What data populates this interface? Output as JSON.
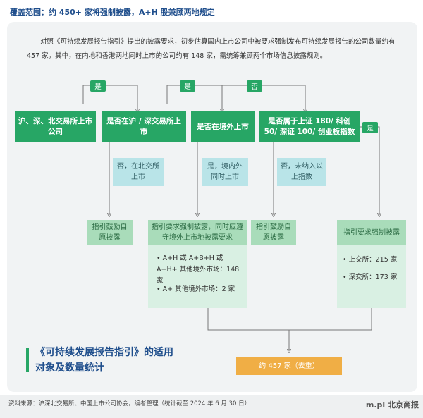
{
  "heading": "覆盖范围：约 450+ 家将强制披露，A+H 股兼顾两地规定",
  "intro": "对照《可持续发展报告指引》提出的披露要求，初步估算国内上市公司中被要求强制发布可持续发展报告的公司数量约有 457 家。其中，在内地和香港两地同时上市的公司约有 148 家，需统筹兼顾两个市场信息披露规则。",
  "tags": {
    "yes1": "是",
    "yes2": "是",
    "no1": "否",
    "yes3": "是"
  },
  "top_row": {
    "listed": "沪、深、北交易所上市公司",
    "sh_sz": "是否在沪 / 深交易所上市",
    "overseas": "是否在境外上市",
    "index": "是否属于上证 180/ 科创 50/ 深证 100/ 创业板指数"
  },
  "middle_row": {
    "bse": "否，在北交所上市",
    "dual": "是，境内外同时上市",
    "not_index": "否，未纳入以上指数"
  },
  "bottom_row": {
    "encourage1": "指引鼓励自愿披露",
    "mandatory_dual": "指引要求强制披露，同时应遵守境外上市地披露要求",
    "encourage2": "指引鼓励自愿披露",
    "mandatory": "指引要求强制披露"
  },
  "dual_list": [
    {
      "text": "A+H 或 A+B+H 或 A+H+ 其他境外市场：148 家"
    },
    {
      "text": "A+ 其他境外市场：2 家"
    }
  ],
  "mandatory_list": [
    {
      "text": "上交所：215 家"
    },
    {
      "text": "深交所：173 家"
    }
  ],
  "total": "约 457 家（去重）",
  "big_title": "《可持续发展报告指引》的适用对象及数量统计",
  "source": "资料来源：沪深北交易所、中国上市公司协会，编者整理（统计截至 2024 年 6 月 30 日）",
  "watermark": "m.pl 北京商报"
}
